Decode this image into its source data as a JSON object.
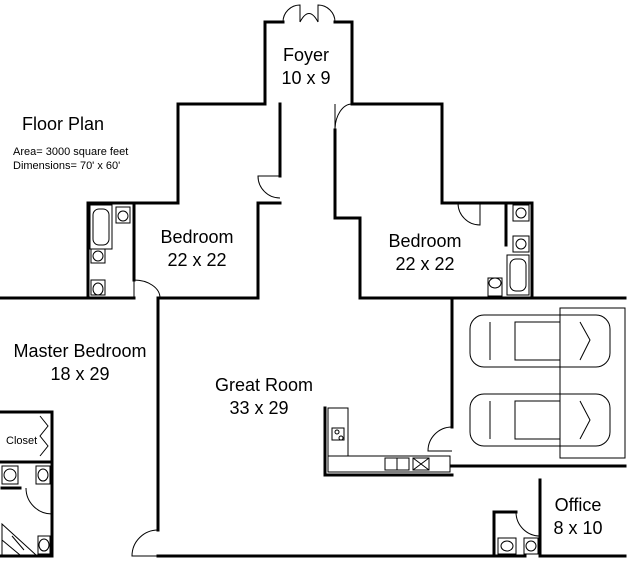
{
  "plan": {
    "title": "Floor Plan",
    "area": "Area= 3000 square feet",
    "dimensions": "Dimensions= 70' x 60'"
  },
  "rooms": {
    "foyer": {
      "name": "Foyer",
      "size": "10 x 9"
    },
    "bedroom_left": {
      "name": "Bedroom",
      "size": "22  x 22"
    },
    "bedroom_right": {
      "name": "Bedroom",
      "size": "22  x 22"
    },
    "master_bedroom": {
      "name": "Master Bedroom",
      "size": "18 x 29"
    },
    "great_room": {
      "name": "Great Room",
      "size": "33 x 29"
    },
    "closet": {
      "name": "Closet"
    },
    "office": {
      "name": "Office",
      "size": "8 x 10"
    }
  }
}
